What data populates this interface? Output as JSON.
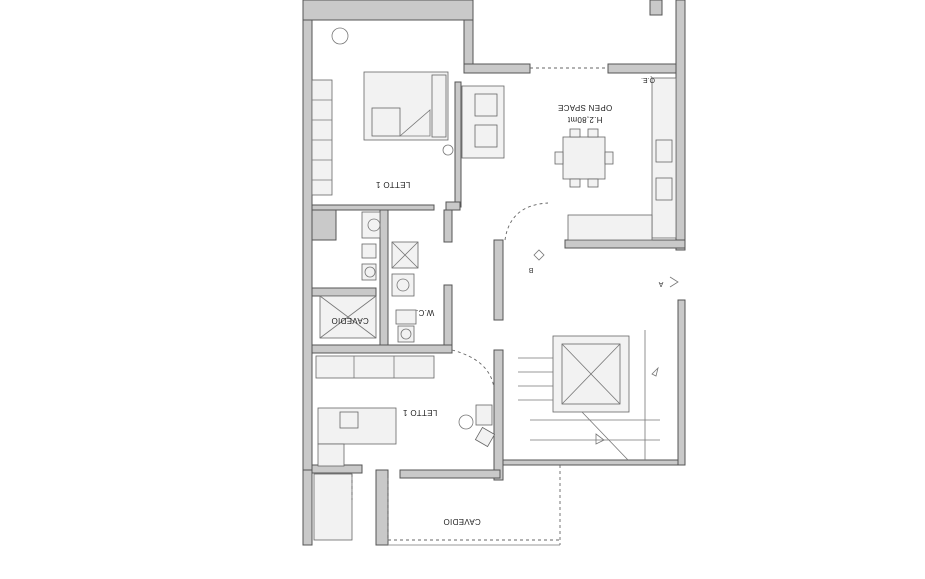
{
  "plan": {
    "rooms": {
      "open_space": "OPEN SPACE",
      "height": "H.2,80mt",
      "letto_top": "LETTO 1",
      "letto_bottom": "LETTO 1",
      "wc": "W.C.",
      "cavedio_left": "CAVEDIO",
      "cavedio_bottom": "CAVEDIO"
    },
    "markers": {
      "a": "A",
      "b": "B",
      "qe": "Q.E."
    }
  }
}
